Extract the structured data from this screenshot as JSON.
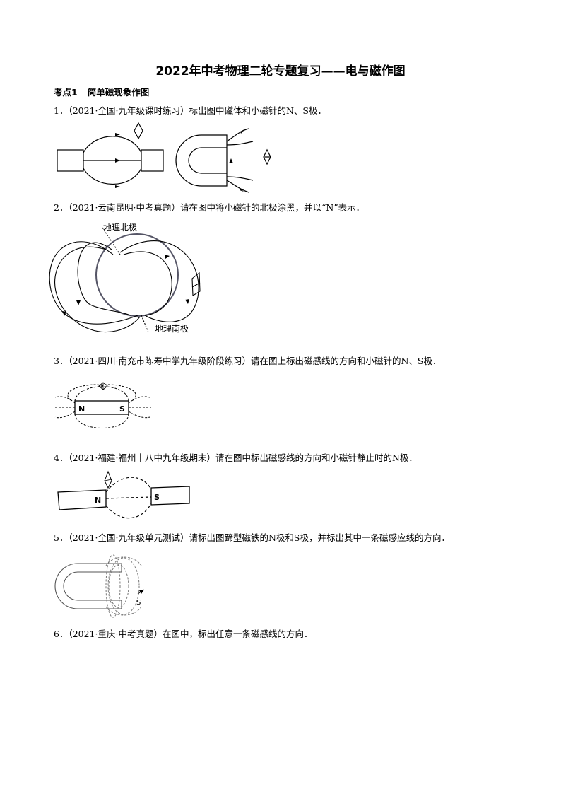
{
  "title": "2022年中考物理二轮专题复习——电与磁作图",
  "section": {
    "tag": "考点1",
    "name": "简单磁现象作图"
  },
  "questions": [
    {
      "num": "1．",
      "text": "（2021·全国·九年级课时练习）标出图中磁体和小磁针的N、S极．"
    },
    {
      "num": "2．",
      "text": "（2021·云南昆明·中考真题）请在图中将小磁针的北极涂黑，并以“N”表示．"
    },
    {
      "num": "3．",
      "text": "（2021·四川·南充市陈寿中学九年级阶段练习）请在图上标出磁感线的方向和小磁针的N、S极．"
    },
    {
      "num": "4．",
      "text": "（2021·福建·福州十八中九年级期末）请在图中标出磁感线的方向和小磁针静止时的N极．"
    },
    {
      "num": "5．",
      "text": "（2021·全国·九年级单元测试）请标出图蹄型磁铁的N极和S极，并标出其中一条磁感应线的方向．"
    },
    {
      "num": "6．",
      "text": "（2021·重庆·中考真题）在图中，标出任意一条磁感线的方向．"
    }
  ],
  "fig2": {
    "north_label": "地理北极",
    "south_label": "地理南极"
  },
  "fig3": {
    "n": "N",
    "s": "S"
  },
  "fig4": {
    "n": "N",
    "s": "S"
  },
  "fig5": {
    "s": "S"
  }
}
